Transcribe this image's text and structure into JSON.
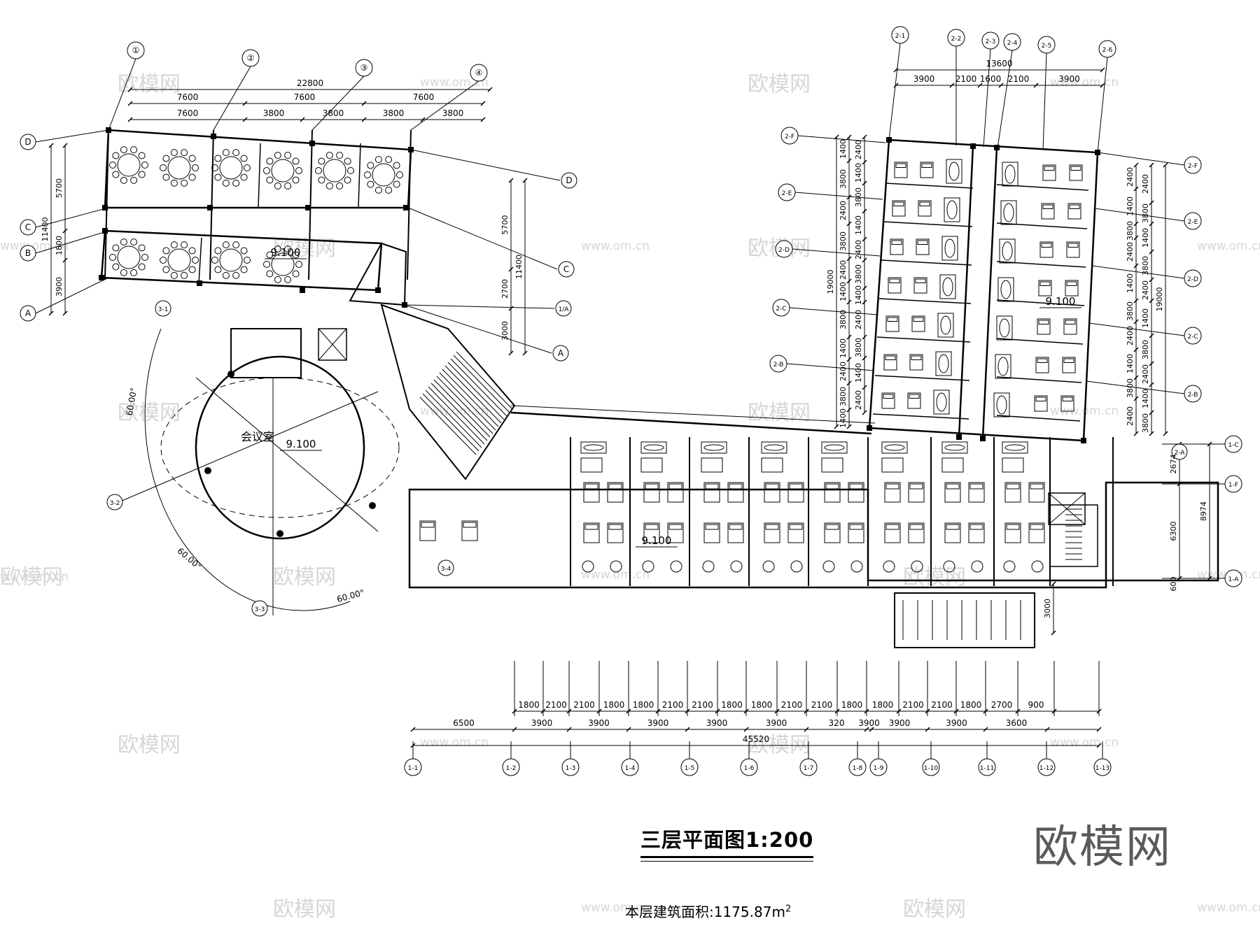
{
  "drawing": {
    "title": "三层平面图1:200",
    "area_label": "本层建筑面积:1175.87m",
    "area_sup": "2",
    "watermark_logo": "欧模网"
  },
  "watermarks": {
    "cn": "欧模网",
    "url": "www.om.cn"
  },
  "rooms": {
    "meeting_room": "会议室"
  },
  "elevations": [
    "9.100",
    "9.100",
    "9.100",
    "9.100",
    "9.100"
  ],
  "angles": [
    "60.00°",
    "60.00°",
    "60.00°"
  ],
  "left_block": {
    "axes_top": [
      "①",
      "②",
      "③",
      "④"
    ],
    "axes_side": [
      "D",
      "C",
      "B",
      "A"
    ],
    "axes_right": [
      "D",
      "C",
      "1/A",
      "A"
    ],
    "dims_top_total": "22800",
    "dims_row2": [
      "7600",
      "7600",
      "7600"
    ],
    "dims_row3": [
      "7600",
      "3800",
      "3800",
      "3800",
      "3800"
    ],
    "dims_left_outer": "11400",
    "dims_left_inner": [
      "5700",
      "1800",
      "3900"
    ],
    "dims_right_outer": "11400",
    "dims_right_inner": [
      "5700",
      "2700",
      "3000"
    ]
  },
  "right_block": {
    "axes_top": [
      "2-1",
      "2-2",
      "2-3",
      "2-4",
      "2-5",
      "2-6"
    ],
    "axes_left": [
      "2-F",
      "2-E",
      "2-D",
      "2-C",
      "2-B",
      "2-A"
    ],
    "axes_right": [
      "2-F",
      "2-E",
      "2-D",
      "2-C",
      "2-B"
    ],
    "dims_top_total": "13600",
    "dims_top": [
      "3900",
      "2100",
      "1600",
      "2100",
      "3900"
    ],
    "dims_left_total": "19000",
    "dims_left": [
      "1400",
      "3800",
      "2400",
      "3800",
      "2400",
      "1400",
      "3800",
      "1400",
      "2400",
      "3800",
      "1400",
      "2400",
      "3800",
      "1400",
      "2400"
    ],
    "dims_right_total": "19000",
    "dims_right": [
      "2400",
      "3800",
      "1400",
      "3800",
      "2400",
      "1400",
      "3800",
      "2400",
      "1400",
      "3800",
      "2400",
      "1400",
      "3800",
      "2400"
    ]
  },
  "lower_block": {
    "axes_bottom": [
      "1-1",
      "1-2",
      "1-3",
      "1-4",
      "1-5",
      "1-6",
      "1-7",
      "1-8",
      "1-9",
      "1-10",
      "1-11",
      "1-12",
      "1-13"
    ],
    "axes_right": [
      "1-C",
      "1-F",
      "1-A"
    ],
    "axes_curve": [
      "3-1",
      "3-2",
      "3-3",
      "3-4"
    ],
    "dims_fine": [
      "1800",
      "2100",
      "2100",
      "1800",
      "1800",
      "2100",
      "2100",
      "1800",
      "1800",
      "2100",
      "2100",
      "1800",
      "1800",
      "2100",
      "2100",
      "1800",
      "2700",
      "900"
    ],
    "dims_mid": [
      "6500",
      "3900",
      "3900",
      "3900",
      "3900",
      "3900",
      "320",
      "3900",
      "3900",
      "3900",
      "3600"
    ],
    "dims_total": "45520",
    "dims_right": [
      "2674",
      "6300",
      "600"
    ],
    "dims_right_total": "8974",
    "dims_entry": "3000"
  }
}
